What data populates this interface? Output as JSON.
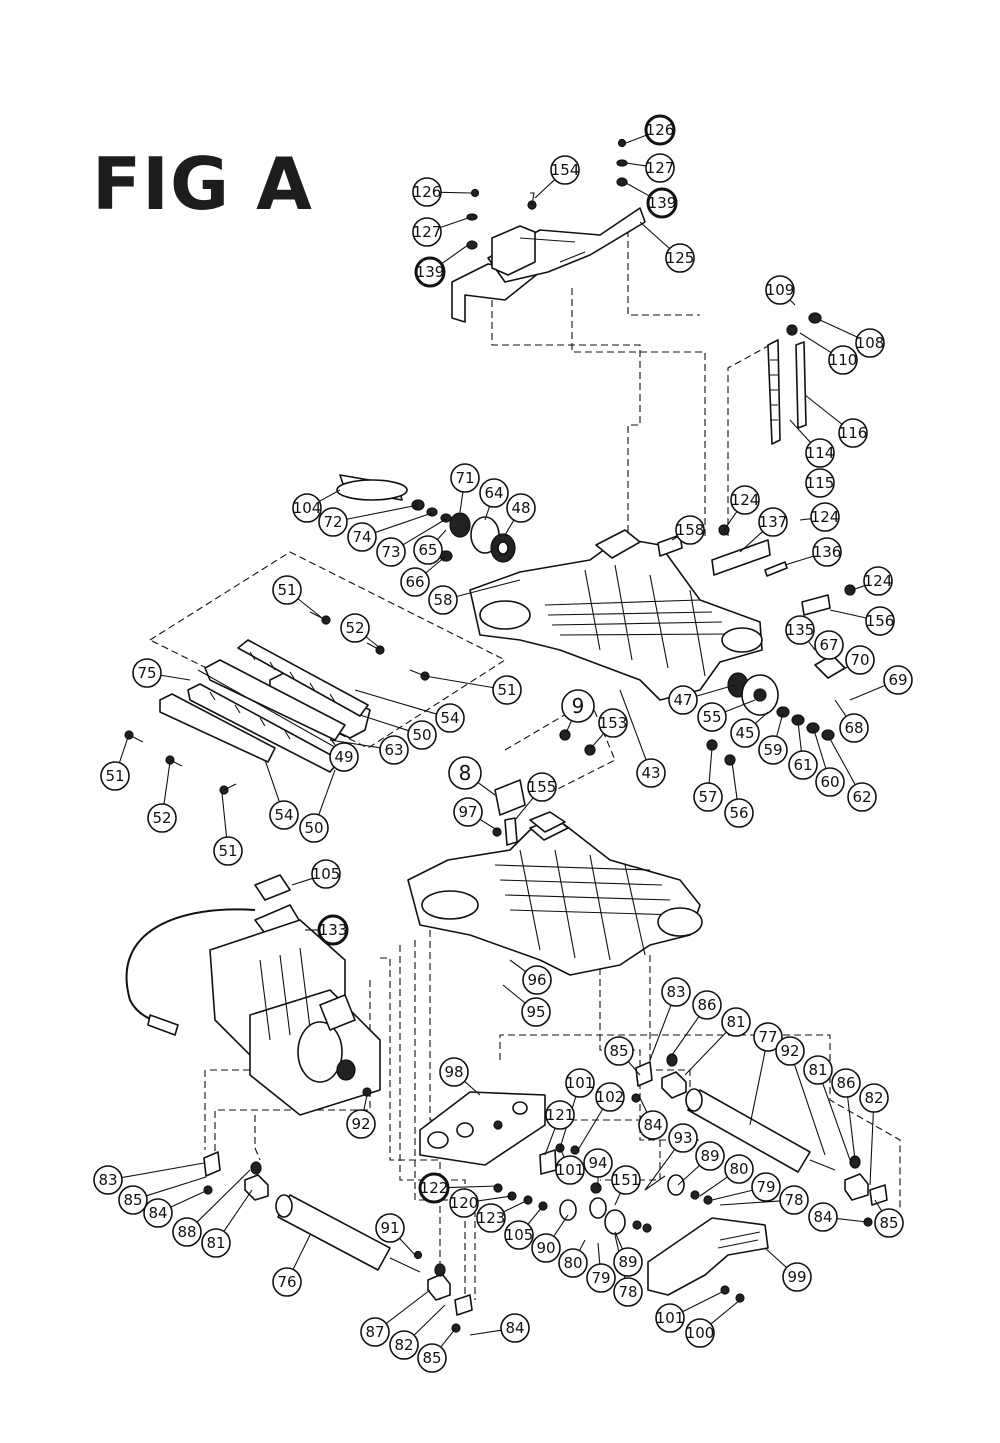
{
  "figure": {
    "title": "FIG A"
  },
  "callouts": [
    {
      "id": "126-top",
      "label": "126",
      "thick": true
    },
    {
      "id": "127-top",
      "label": "127"
    },
    {
      "id": "139-top",
      "label": "139",
      "thick": true
    },
    {
      "id": "125",
      "label": "125"
    },
    {
      "id": "154",
      "label": "154"
    },
    {
      "id": "126-left",
      "label": "126"
    },
    {
      "id": "127-left",
      "label": "127"
    },
    {
      "id": "139-left",
      "label": "139",
      "thick": true
    },
    {
      "id": "109",
      "label": "109"
    },
    {
      "id": "108",
      "label": "108"
    },
    {
      "id": "110",
      "label": "110"
    },
    {
      "id": "116",
      "label": "116"
    },
    {
      "id": "114",
      "label": "114"
    },
    {
      "id": "115",
      "label": "115"
    },
    {
      "id": "104",
      "label": "104"
    },
    {
      "id": "72",
      "label": "72"
    },
    {
      "id": "71",
      "label": "71"
    },
    {
      "id": "64",
      "label": "64"
    },
    {
      "id": "48",
      "label": "48"
    },
    {
      "id": "74",
      "label": "74"
    },
    {
      "id": "73",
      "label": "73"
    },
    {
      "id": "65",
      "label": "65"
    },
    {
      "id": "66",
      "label": "66"
    },
    {
      "id": "58",
      "label": "58"
    },
    {
      "id": "158",
      "label": "158"
    },
    {
      "id": "137",
      "label": "137"
    },
    {
      "id": "124-a",
      "label": "124"
    },
    {
      "id": "124-b",
      "label": "124"
    },
    {
      "id": "136",
      "label": "136"
    },
    {
      "id": "124-c",
      "label": "124"
    },
    {
      "id": "156",
      "label": "156"
    },
    {
      "id": "51-a",
      "label": "51"
    },
    {
      "id": "52-a",
      "label": "52"
    },
    {
      "id": "51-b",
      "label": "51"
    },
    {
      "id": "75",
      "label": "75"
    },
    {
      "id": "54-a",
      "label": "54"
    },
    {
      "id": "63",
      "label": "63"
    },
    {
      "id": "50-a",
      "label": "50"
    },
    {
      "id": "49",
      "label": "49"
    },
    {
      "id": "51-c",
      "label": "51"
    },
    {
      "id": "52-b",
      "label": "52"
    },
    {
      "id": "54-b",
      "label": "54"
    },
    {
      "id": "50-b",
      "label": "50"
    },
    {
      "id": "51-d",
      "label": "51"
    },
    {
      "id": "135",
      "label": "135"
    },
    {
      "id": "67",
      "label": "67"
    },
    {
      "id": "70",
      "label": "70"
    },
    {
      "id": "69",
      "label": "69"
    },
    {
      "id": "68",
      "label": "68"
    },
    {
      "id": "47",
      "label": "47"
    },
    {
      "id": "55",
      "label": "55"
    },
    {
      "id": "45",
      "label": "45"
    },
    {
      "id": "59",
      "label": "59"
    },
    {
      "id": "61",
      "label": "61"
    },
    {
      "id": "60",
      "label": "60"
    },
    {
      "id": "62",
      "label": "62"
    },
    {
      "id": "57",
      "label": "57"
    },
    {
      "id": "56",
      "label": "56"
    },
    {
      "id": "9",
      "label": "9",
      "big": true
    },
    {
      "id": "153",
      "label": "153"
    },
    {
      "id": "8",
      "label": "8",
      "big": true
    },
    {
      "id": "155",
      "label": "155"
    },
    {
      "id": "43",
      "label": "43"
    },
    {
      "id": "97",
      "label": "97"
    },
    {
      "id": "105-top",
      "label": "105"
    },
    {
      "id": "133",
      "label": "133",
      "thick": true
    },
    {
      "id": "96",
      "label": "96"
    },
    {
      "id": "95",
      "label": "95"
    },
    {
      "id": "83-r",
      "label": "83"
    },
    {
      "id": "86-a",
      "label": "86"
    },
    {
      "id": "81-a",
      "label": "81"
    },
    {
      "id": "77",
      "label": "77"
    },
    {
      "id": "92-a",
      "label": "92"
    },
    {
      "id": "81-b",
      "label": "81"
    },
    {
      "id": "86-b",
      "label": "86"
    },
    {
      "id": "82-a",
      "label": "82"
    },
    {
      "id": "85-a",
      "label": "85"
    },
    {
      "id": "98",
      "label": "98"
    },
    {
      "id": "101-a",
      "label": "101"
    },
    {
      "id": "102",
      "label": "102"
    },
    {
      "id": "84-a",
      "label": "84"
    },
    {
      "id": "93",
      "label": "93"
    },
    {
      "id": "92-b",
      "label": "92"
    },
    {
      "id": "121",
      "label": "121"
    },
    {
      "id": "101-b",
      "label": "101"
    },
    {
      "id": "94",
      "label": "94"
    },
    {
      "id": "151",
      "label": "151"
    },
    {
      "id": "89-a",
      "label": "89"
    },
    {
      "id": "80-a",
      "label": "80"
    },
    {
      "id": "79-a",
      "label": "79"
    },
    {
      "id": "78-a",
      "label": "78"
    },
    {
      "id": "84-b",
      "label": "84"
    },
    {
      "id": "85-b",
      "label": "85"
    },
    {
      "id": "83-l",
      "label": "83"
    },
    {
      "id": "85-c",
      "label": "85"
    },
    {
      "id": "84-c",
      "label": "84"
    },
    {
      "id": "88",
      "label": "88"
    },
    {
      "id": "81-c",
      "label": "81"
    },
    {
      "id": "122",
      "label": "122",
      "thick": true
    },
    {
      "id": "120",
      "label": "120"
    },
    {
      "id": "123",
      "label": "123"
    },
    {
      "id": "105-b",
      "label": "105"
    },
    {
      "id": "90",
      "label": "90"
    },
    {
      "id": "80-b",
      "label": "80"
    },
    {
      "id": "79-b",
      "label": "79"
    },
    {
      "id": "89-b",
      "label": "89"
    },
    {
      "id": "78-b",
      "label": "78"
    },
    {
      "id": "99",
      "label": "99"
    },
    {
      "id": "76",
      "label": "76"
    },
    {
      "id": "91",
      "label": "91"
    },
    {
      "id": "87",
      "label": "87"
    },
    {
      "id": "82-b",
      "label": "82"
    },
    {
      "id": "85-d",
      "label": "85"
    },
    {
      "id": "84-d",
      "label": "84"
    },
    {
      "id": "101-c",
      "label": "101"
    },
    {
      "id": "100",
      "label": "100"
    }
  ]
}
